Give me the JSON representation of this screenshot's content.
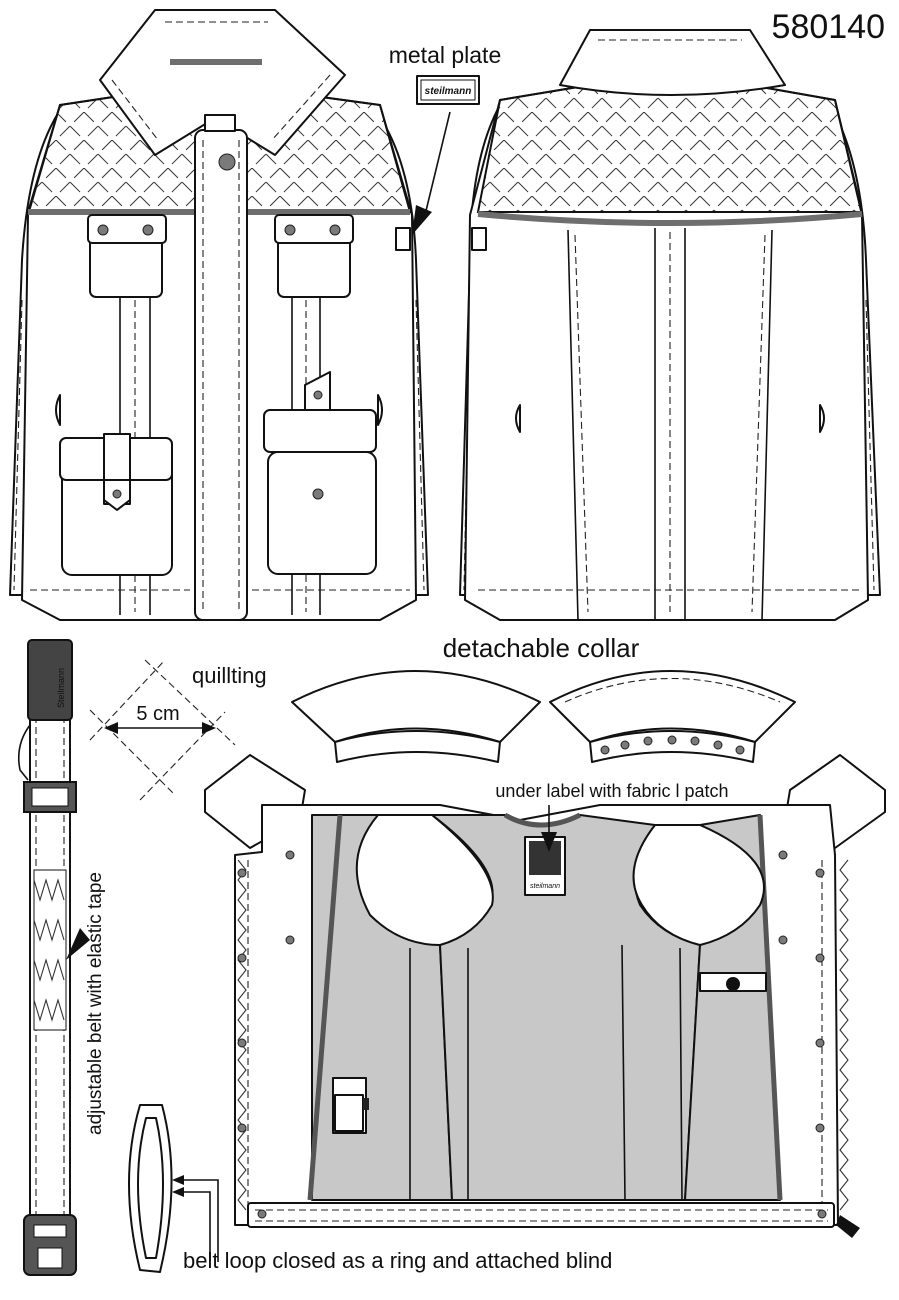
{
  "style_number": "580140",
  "callouts": {
    "metal_plate": "metal plate",
    "detachable_collar": "detachable collar",
    "quilting": "quillting",
    "quilting_size": "5 cm",
    "under_label": "under label with fabric l patch",
    "adjustable_belt": "adjustable belt with elastic tape",
    "belt_loop": "belt loop closed as a ring and attached blind"
  },
  "logos": {
    "metal_plate_brand": "steilmann",
    "belt_buckle_brand": "Steilmann",
    "label_brand": "steilmann"
  },
  "colors": {
    "outline": "#111111",
    "lining": "#c8c8c8",
    "stripe": "#6e6e6e",
    "buckle": "#444444"
  }
}
